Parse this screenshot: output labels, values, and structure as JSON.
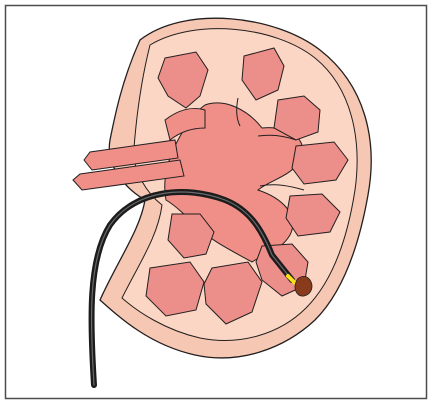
{
  "colors": {
    "outline": "#231f20",
    "capsule": "#f6c7b2",
    "cortex": "#fbd6c4",
    "pelvis": "#ef8f88",
    "pyramid": "#ec8e8a",
    "scope": "#1c1c1c",
    "laser_tip": "#f7e11a",
    "stone": "#8a3b1c",
    "frame": "#4d4d4d"
  },
  "icons": [
    "kidney-cross-section",
    "ureteroscope",
    "laser-fiber",
    "kidney-stone"
  ]
}
